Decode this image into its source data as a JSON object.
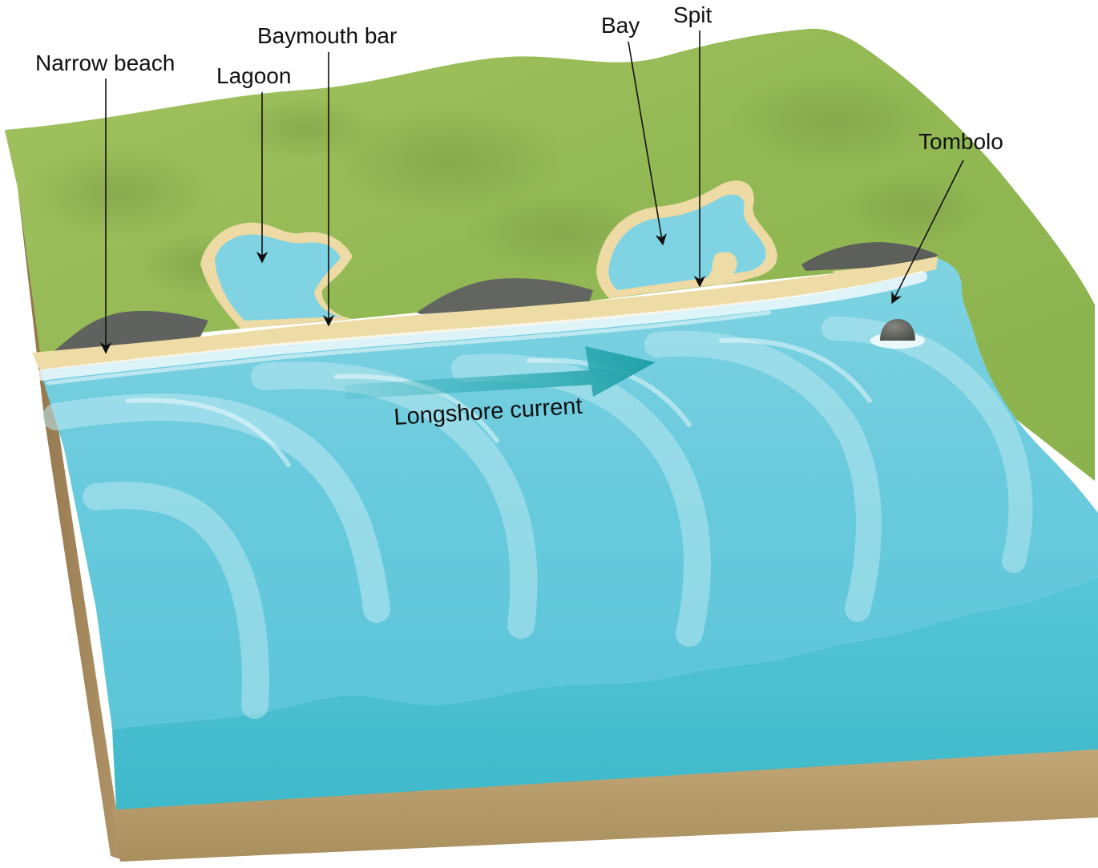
{
  "labels": {
    "narrow_beach": "Narrow beach",
    "lagoon": "Lagoon",
    "baymouth_bar": "Baymouth bar",
    "bay": "Bay",
    "spit": "Spit",
    "tombolo": "Tombolo",
    "longshore_current": "Longshore current"
  },
  "colors": {
    "land": "#9cc05a",
    "land_dark": "#7fa547",
    "sand": "#eedca6",
    "water": "#62cbdd",
    "water_light": "#a9e2ec",
    "water_front": "#43bfcf",
    "rock": "#5f625e",
    "soil": "#bca272",
    "arrow": "#2aa9b0"
  },
  "icons": {
    "current_arrow": "arrow-right-icon",
    "leader_arrow": "arrowhead-icon",
    "sea_stack": "rock-icon"
  }
}
